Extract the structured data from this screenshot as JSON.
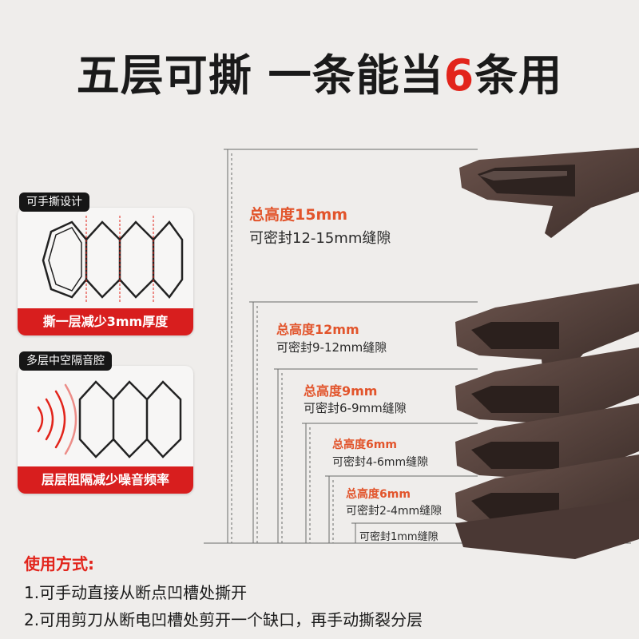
{
  "title": {
    "prefix": "五层可撕 一条能当",
    "highlight": "6",
    "suffix": "条用"
  },
  "cards": [
    {
      "tag": "可手撕设计",
      "footer": "撕一层减少3mm厚度"
    },
    {
      "tag": "多层中空隔音腔",
      "footer": "层层阻隔减少噪音频率"
    }
  ],
  "layers": [
    {
      "header": "总高度15mm",
      "gap": "可密封12-15mm缝隙"
    },
    {
      "header": "总高度12mm",
      "gap": "可密封9-12mm缝隙"
    },
    {
      "header": "总高度9mm",
      "gap": "可密封6-9mm缝隙"
    },
    {
      "header": "总高度6mm",
      "gap": "可密封4-6mm缝隙"
    },
    {
      "header": "总高度6mm",
      "gap": "可密封2-4mm缝隙"
    },
    {
      "gap": "可密封1mm缝隙"
    }
  ],
  "usage": {
    "heading": "使用方式:",
    "steps": [
      "1.可手动直接从断点凹槽处撕开",
      "2.可用剪刀从断电凹槽处剪开一个缺口，再手动撕裂分层"
    ]
  },
  "colors": {
    "accent_red": "#e2241b",
    "label_orange": "#e2542b",
    "strip_brown": "#4a3834",
    "background": "#efedeb"
  }
}
